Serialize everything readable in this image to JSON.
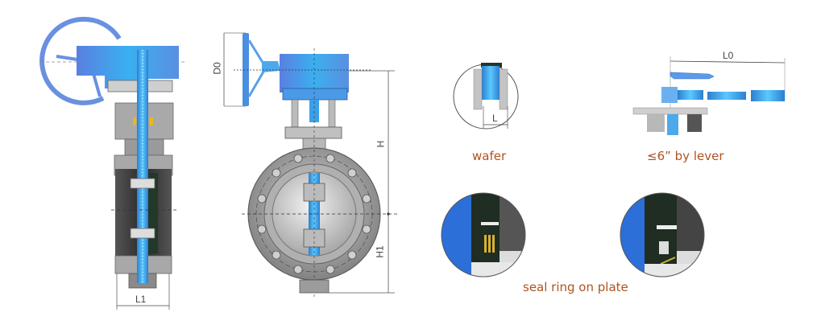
{
  "diagram": {
    "subject": "triple offset butterfly valve with gear operator",
    "views": [
      {
        "id": "side-section",
        "dimension_labels": [
          "L1"
        ]
      },
      {
        "id": "front-view",
        "dimension_labels": [
          "D0",
          "H",
          "H1"
        ]
      },
      {
        "id": "wafer-detail",
        "dimension_labels": [
          "L"
        ],
        "caption": "wafer"
      },
      {
        "id": "lever-detail",
        "dimension_labels": [
          "L0"
        ],
        "caption": "≤6”  by lever"
      },
      {
        "id": "seal-detail-1",
        "caption": ""
      },
      {
        "id": "seal-detail-2",
        "caption": ""
      }
    ],
    "seal_caption": "seal ring on plate"
  },
  "labels": {
    "L1": "L1",
    "D0": "D0",
    "H": "H",
    "H1": "H1",
    "L": "L",
    "L0": "L0"
  },
  "captions": {
    "wafer": "wafer",
    "lever": "≤6”  by lever",
    "seal": "seal ring on plate"
  },
  "colors": {
    "caption": "#b0531f",
    "blue": "#3aa0e8",
    "steel": "#9a9a9a",
    "dark": "#1f2d22"
  }
}
